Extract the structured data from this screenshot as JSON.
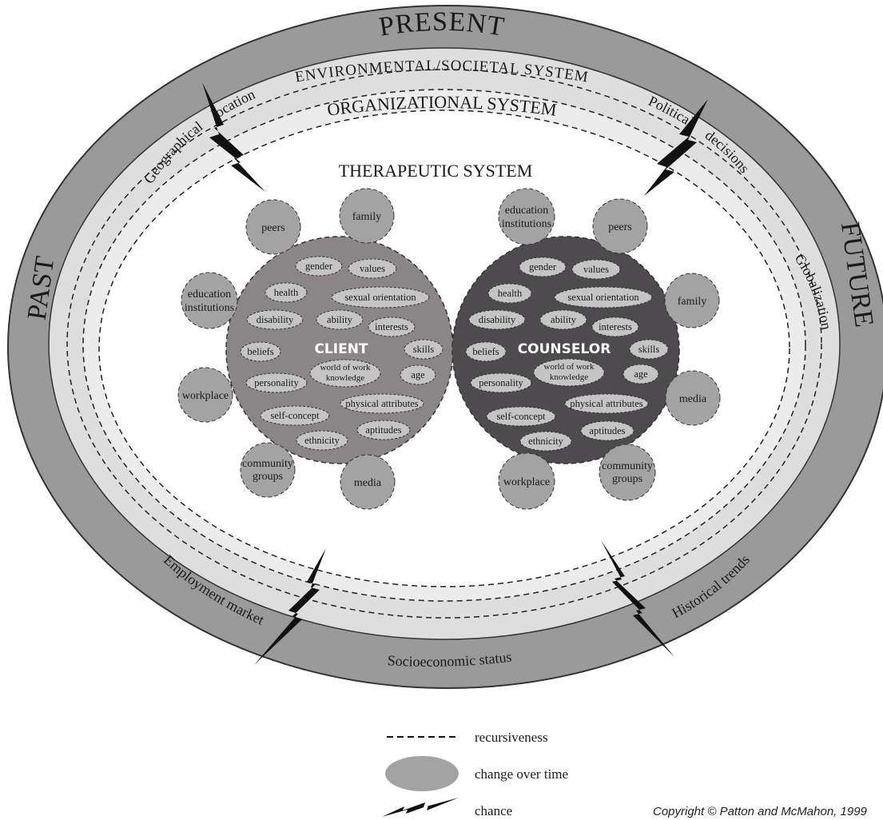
{
  "time_labels": {
    "present": "PRESENT",
    "past": "PAST",
    "future": "FUTURE"
  },
  "systems": {
    "environmental": "ENVIRONMENTAL/SOCIETAL SYSTEM",
    "organizational": "ORGANIZATIONAL SYSTEM",
    "therapeutic": "THERAPEUTIC SYSTEM"
  },
  "environmental_influences": {
    "geographical": "Geographical",
    "location": "location",
    "political": "Political",
    "decisions": "decisions",
    "globalization": "Globalization",
    "employment_market": "Employment market",
    "historical_trends": "Historical trends",
    "socioeconomic_status": "Socioeconomic status"
  },
  "client": {
    "label": "CLIENT",
    "outer": {
      "peers": "peers",
      "family": "family",
      "education_1": "education",
      "education_2": "institutions",
      "workplace": "workplace",
      "community_1": "community",
      "community_2": "groups",
      "media": "media"
    },
    "inner": {
      "gender": "gender",
      "values": "values",
      "health": "health",
      "sexual_orientation": "sexual orientation",
      "disability": "disability",
      "ability": "ability",
      "interests": "interests",
      "beliefs": "beliefs",
      "skills": "skills",
      "world_1": "world of work",
      "world_2": "knowledge",
      "age": "age",
      "personality": "personality",
      "physical_attributes": "physical attributes",
      "self_concept": "self-concept",
      "aptitudes": "aptitudes",
      "ethnicity": "ethnicity"
    }
  },
  "counselor": {
    "label": "COUNSELOR",
    "outer": {
      "education_1": "education",
      "education_2": "institutions",
      "peers": "peers",
      "family": "family",
      "media": "media",
      "workplace": "workplace",
      "community_1": "community",
      "community_2": "groups"
    },
    "inner": {
      "gender": "gender",
      "values": "values",
      "health": "health",
      "sexual_orientation": "sexual orientation",
      "disability": "disability",
      "ability": "ability",
      "interests": "interests",
      "beliefs": "beliefs",
      "skills": "skills",
      "world_1": "world of work",
      "world_2": "knowledge",
      "age": "age",
      "personality": "personality",
      "physical_attributes": "physical attributes",
      "self_concept": "self-concept",
      "aptitudes": "aptitudes",
      "ethnicity": "ethnicity"
    }
  },
  "legend": {
    "recursiveness": "recursiveness",
    "change_over_time": "change over time",
    "chance": "chance"
  },
  "copyright": "Copyright © Patton and McMahon, 1999"
}
